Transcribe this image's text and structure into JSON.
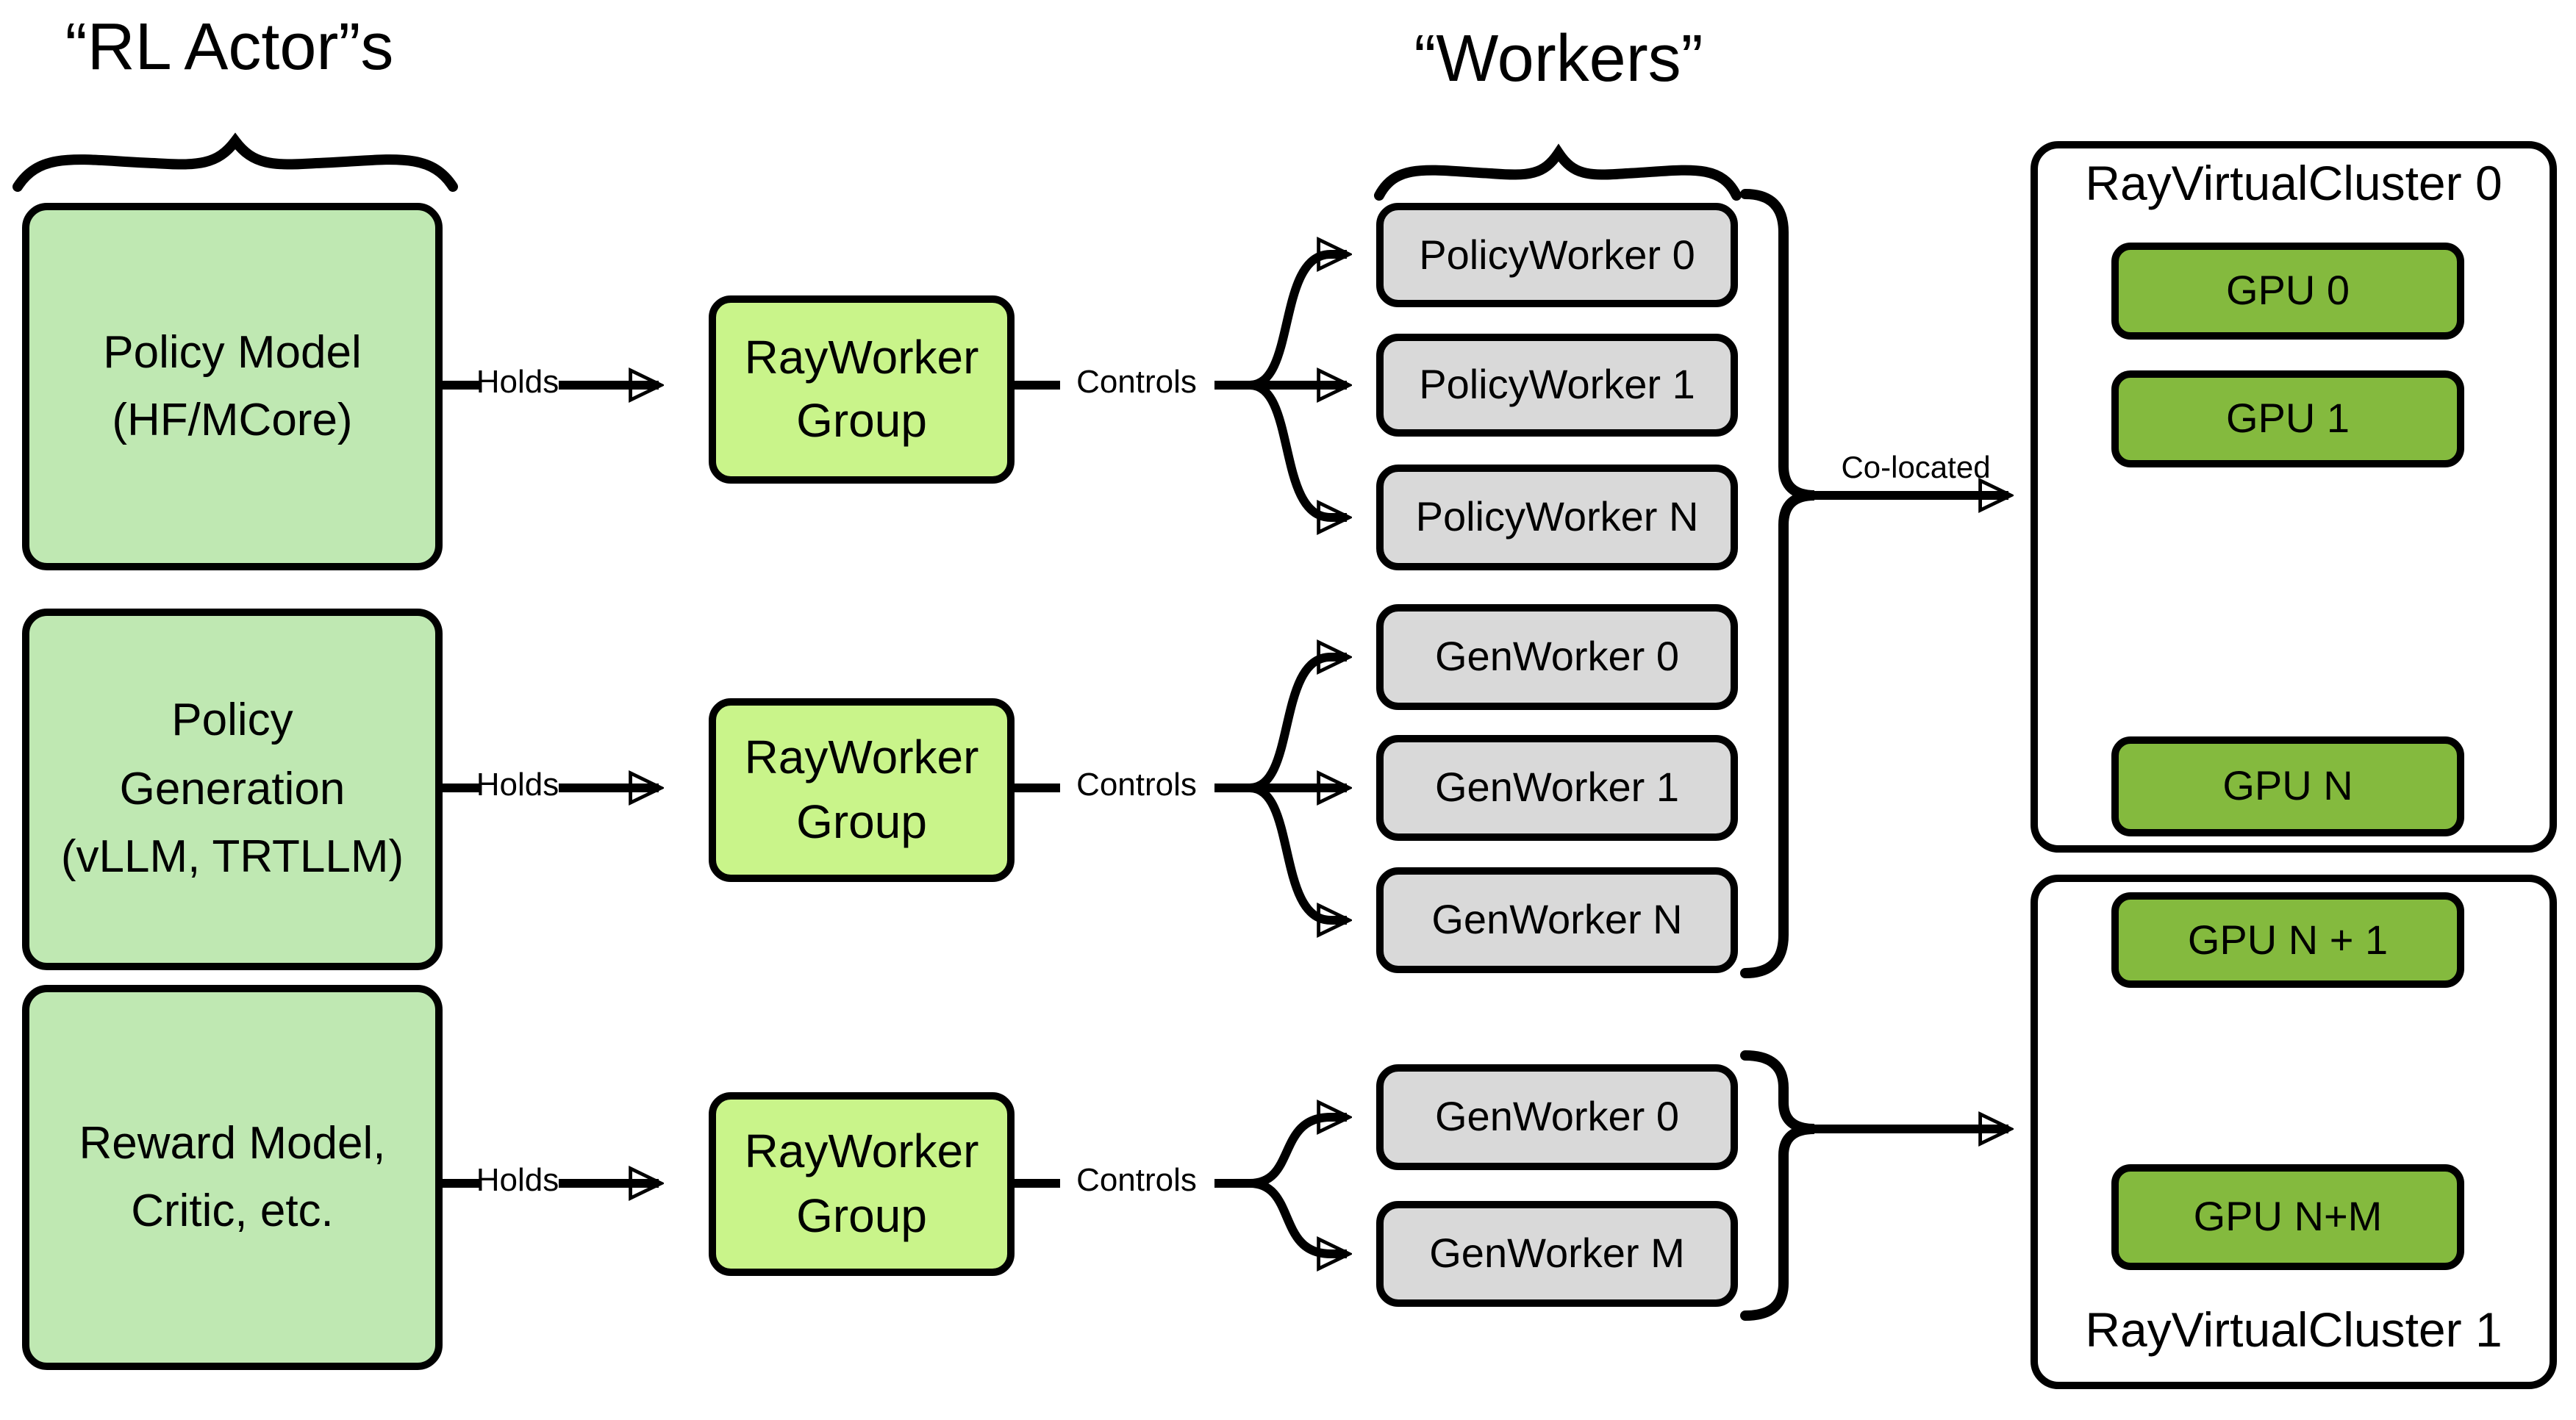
{
  "titles": {
    "actors": "“RL Actor”s",
    "workers": "“Workers”"
  },
  "edge_labels": {
    "holds": "Holds",
    "controls": "Controls",
    "colocated": "Co-located"
  },
  "actor_boxes": [
    {
      "lines": [
        "Policy Model",
        "(HF/MCore)"
      ]
    },
    {
      "lines": [
        "Policy",
        "Generation",
        "(vLLM, TRTLLM)"
      ]
    },
    {
      "lines": [
        "Reward Model,",
        "Critic, etc."
      ]
    }
  ],
  "ray_worker_group": {
    "line1": "RayWorker",
    "line2": "Group"
  },
  "workers": {
    "row1": [
      "PolicyWorker 0",
      "PolicyWorker 1",
      "PolicyWorker N"
    ],
    "row2": [
      "GenWorker 0",
      "GenWorker 1",
      "GenWorker N"
    ],
    "row3": [
      "GenWorker 0",
      "GenWorker M"
    ]
  },
  "clusters": [
    {
      "title": "RayVirtualCluster 0",
      "gpus": [
        "GPU 0",
        "GPU 1",
        "GPU N"
      ]
    },
    {
      "title": "RayVirtualCluster 1",
      "gpus": [
        "GPU N + 1",
        "GPU N+M"
      ]
    }
  ],
  "colors": {
    "actor_fill": "#bfe8b2",
    "group_fill": "#c9f48a",
    "worker_fill": "#d9d9d9",
    "gpu_fill": "#84ba3e",
    "line": "#000000"
  }
}
